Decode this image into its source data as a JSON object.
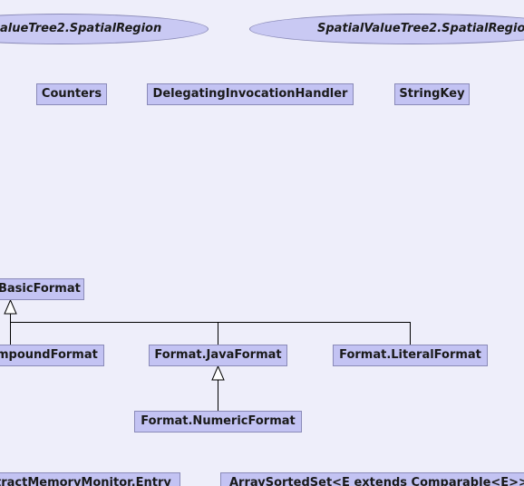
{
  "diagram": {
    "ellipses": [
      {
        "id": "spatial-region-left",
        "label": "alueTree2.SpatialRegion"
      },
      {
        "id": "spatial-region-right",
        "label": "SpatialValueTree2.SpatialRegio"
      }
    ],
    "classes": [
      {
        "id": "counters",
        "label": "Counters"
      },
      {
        "id": "delegating",
        "label": "DelegatingInvocationHandler"
      },
      {
        "id": "stringkey",
        "label": "StringKey"
      },
      {
        "id": "basicformat",
        "label": "BasicFormat"
      },
      {
        "id": "compoundformat",
        "label": "mpoundFormat"
      },
      {
        "id": "javaformat",
        "label": "Format.JavaFormat"
      },
      {
        "id": "literalformat",
        "label": "Format.LiteralFormat"
      },
      {
        "id": "numericformat",
        "label": "Format.NumericFormat"
      },
      {
        "id": "memorymonitor",
        "label": "tractMemoryMonitor.Entry"
      },
      {
        "id": "arraysortedset",
        "label": "ArraySortedSet<E extends Comparable<E>>"
      }
    ]
  }
}
